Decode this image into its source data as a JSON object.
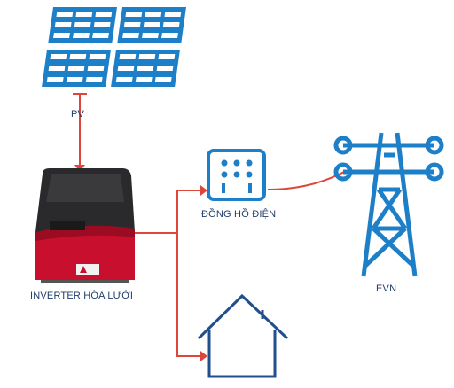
{
  "labels": {
    "pv": "PV",
    "inverter": "INVERTER HÒA LƯỚI",
    "meter": "ĐỒNG HỒ ĐIỆN",
    "evn": "EVN"
  },
  "icons": {
    "solar_panels": "solar-panel-icon",
    "inverter": "inverter-device",
    "meter": "electric-meter-icon",
    "house": "house-icon",
    "tower": "power-tower-icon"
  },
  "colors": {
    "icon_blue": "#1e7fc9",
    "outline_blue": "#1f4f8f",
    "wire_red": "#e0453a",
    "inverter_dark": "#2a2a2c",
    "inverter_red": "#c8102e"
  }
}
